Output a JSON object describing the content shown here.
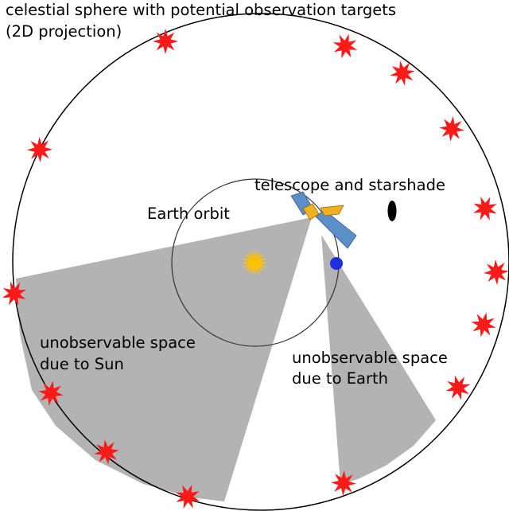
{
  "title": {
    "line1": "celestial sphere with potential observation targets",
    "line2": "(2D projection)"
  },
  "labels": {
    "earth_orbit": "Earth orbit",
    "telescope": "telescope and starshade",
    "sun_zone_line1": "unobservable space",
    "sun_zone_line2": "due to Sun",
    "earth_zone_line1": "unobservable space",
    "earth_zone_line2": "due to Earth"
  },
  "colors": {
    "background": "#ffffff",
    "sphere_stroke": "#000000",
    "orbit_stroke": "#333333",
    "shade": "#b3b3b3",
    "star": "#ff1a1a",
    "sun": "#ffc000",
    "earth": "#1f2fe0",
    "panel": "#5b8fc8",
    "body": "#f0b020",
    "starshade": "#000000"
  },
  "icons": {
    "target": "red-star-icon",
    "sun": "sun-icon",
    "earth": "earth-icon",
    "telescope": "telescope-icon",
    "starshade": "starshade-icon"
  },
  "target_count": 14
}
